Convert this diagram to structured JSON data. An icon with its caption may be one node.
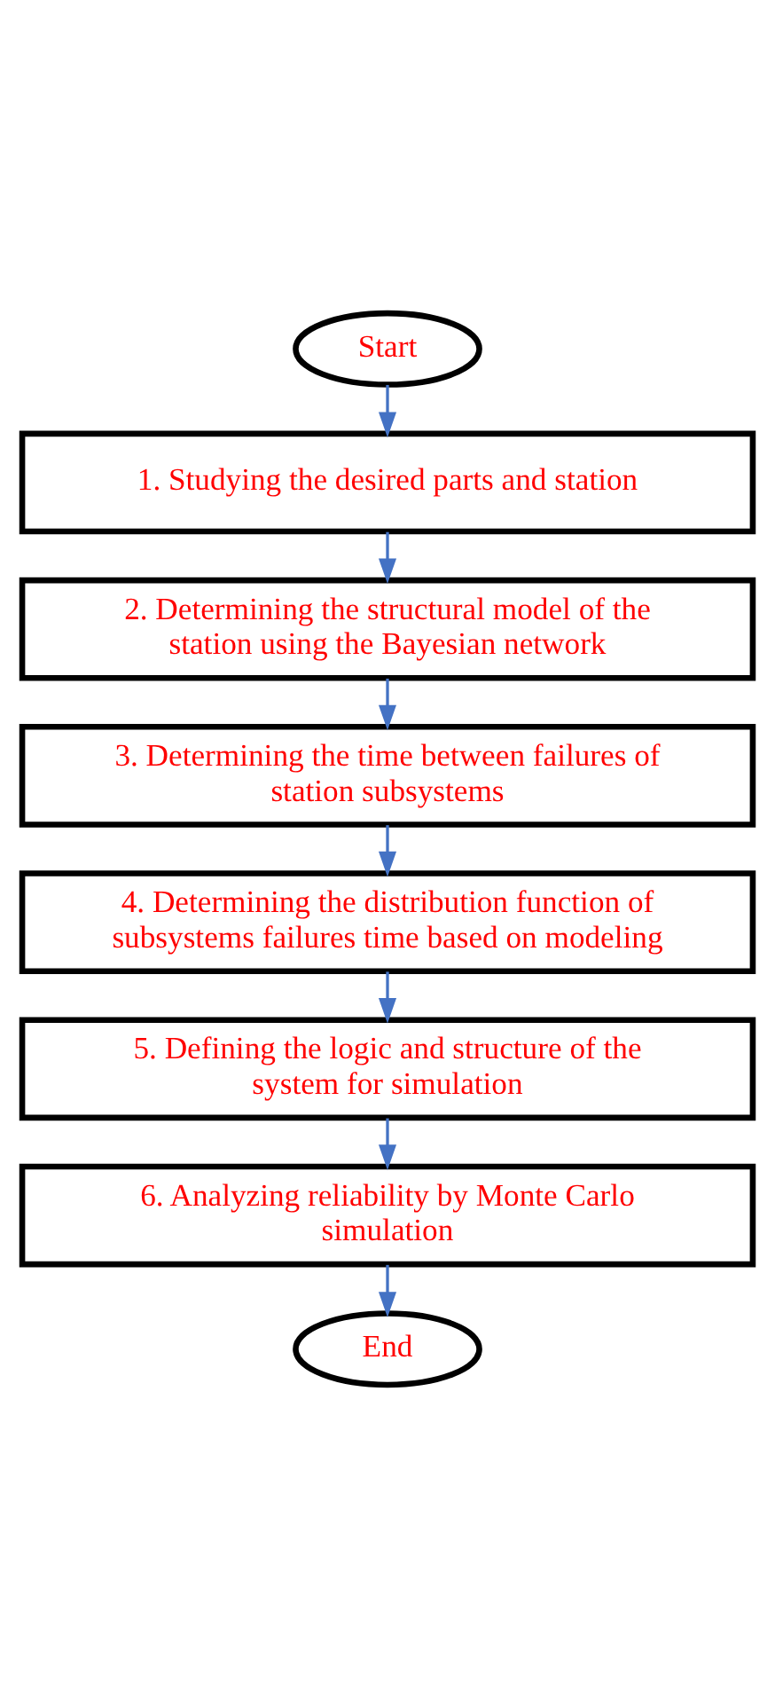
{
  "diagram": {
    "nodes": [
      {
        "text": [
          "Start"
        ]
      },
      {
        "text": [
          "1. Studying the desired parts and station"
        ]
      },
      {
        "text": [
          "2. Determining the structural model of the station using the Bayesian network"
        ]
      },
      {
        "text": [
          "3. Determining the time between failures of station subsystems"
        ]
      },
      {
        "text": [
          "4. Determining the distribution function of subsystems failures time based on modeling"
        ]
      },
      {
        "text": [
          "5. Defining the logic and structure of the system for simulation"
        ]
      },
      {
        "text": [
          "6. Analyzing reliability by Monte Carlo simulation"
        ]
      },
      {
        "text": [
          "End"
        ]
      }
    ],
    "edges": [
      {
        "from": 0,
        "to": 1,
        "arrow": "to"
      },
      {
        "from": 1,
        "to": 2,
        "arrow": "to"
      },
      {
        "from": 2,
        "to": 3,
        "arrow": "to"
      },
      {
        "from": 3,
        "to": 4,
        "arrow": "to"
      },
      {
        "from": 4,
        "to": 5,
        "arrow": "to"
      },
      {
        "from": 5,
        "to": 6,
        "arrow": "to"
      },
      {
        "from": 6,
        "to": 7,
        "arrow": "to"
      }
    ]
  }
}
